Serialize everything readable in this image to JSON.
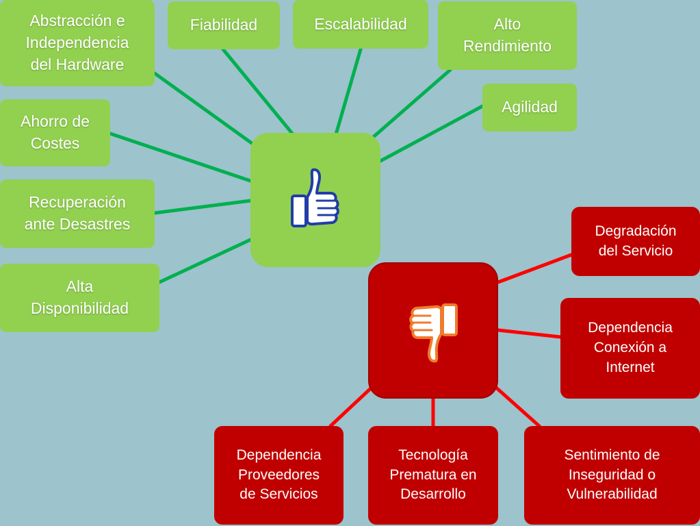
{
  "colors": {
    "background": "#9dc3cc",
    "pro_fill": "#92d050",
    "pro_line": "#00b050",
    "con_fill": "#c00000",
    "con_line": "#ff0000",
    "thumbs_up": "#1f3ea8",
    "thumbs_down": "#f07b2c"
  },
  "icons": {
    "pros_hub": "thumbs-up-icon",
    "cons_hub": "thumbs-down-icon"
  },
  "pros": [
    {
      "label": "Abstracción e\nIndependencia\ndel Hardware"
    },
    {
      "label": "Fiabilidad"
    },
    {
      "label": "Escalabilidad"
    },
    {
      "label": "Alto\nRendimiento"
    },
    {
      "label": "Agilidad"
    },
    {
      "label": "Ahorro de\nCostes"
    },
    {
      "label": "Recuperación\nante Desastres"
    },
    {
      "label": "Alta\nDisponibilidad"
    }
  ],
  "cons": [
    {
      "label": "Degradación\ndel Servicio"
    },
    {
      "label": "Dependencia\nConexión a\nInternet"
    },
    {
      "label": "Dependencia\nProveedores\nde Servicios"
    },
    {
      "label": "Tecnología\nPrematura en\nDesarrollo"
    },
    {
      "label": "Sentimiento de\nInseguridad o\nVulnerabilidad"
    }
  ]
}
